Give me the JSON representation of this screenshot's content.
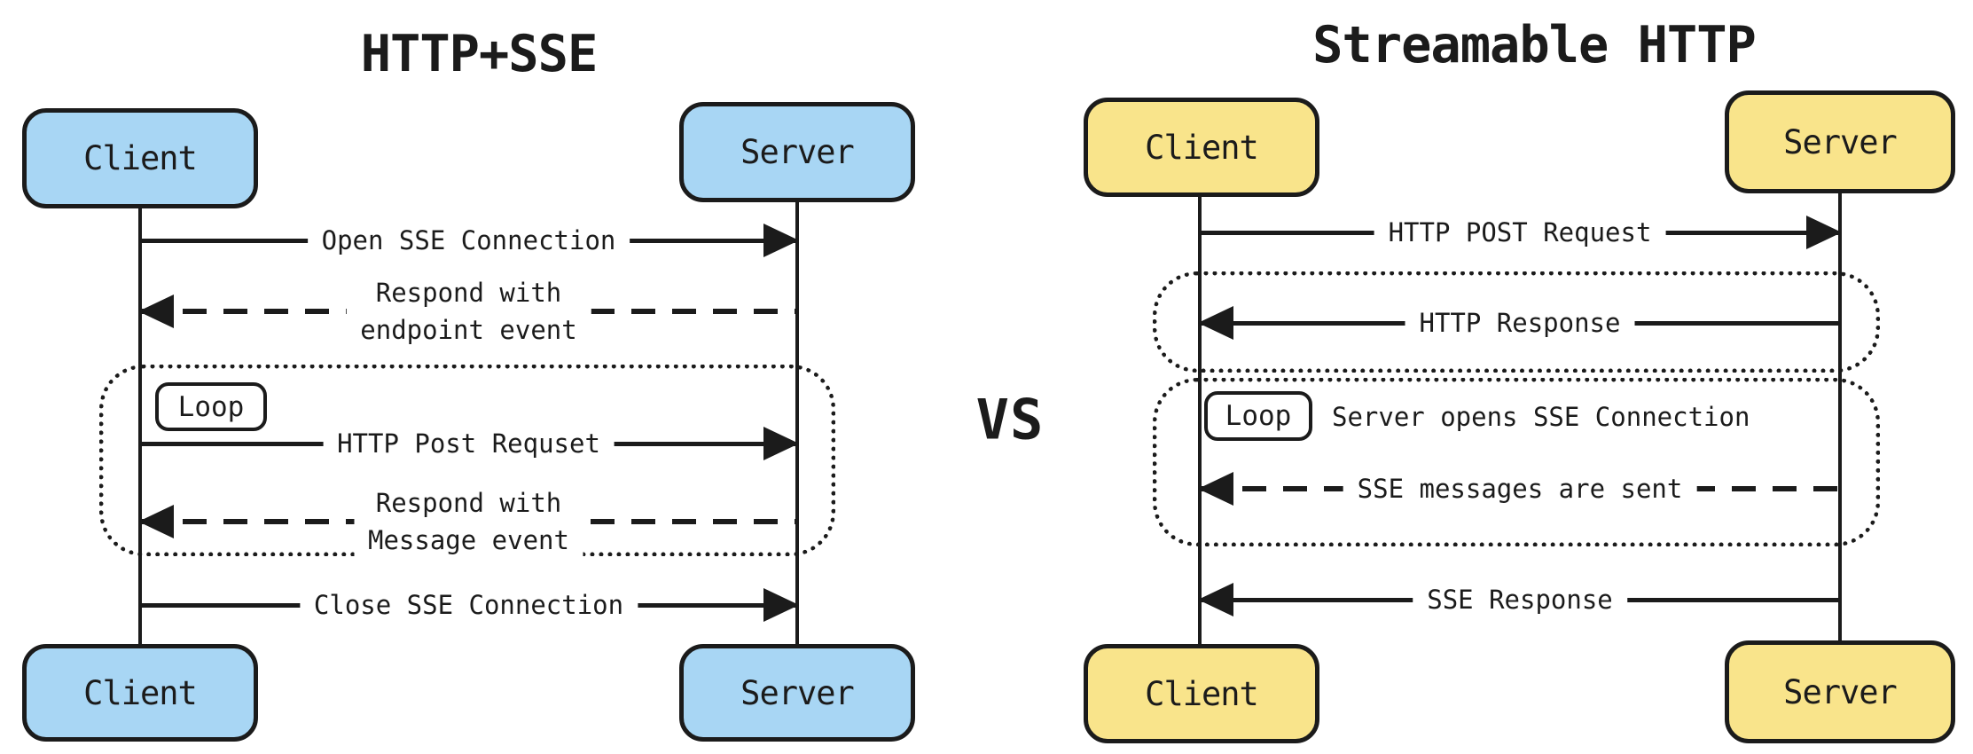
{
  "canvas": {
    "background_color": "#ffffff",
    "line_color": "#1b1b1b"
  },
  "divider": {
    "vs_label": "VS"
  },
  "left_diagram": {
    "title": "HTTP+SSE",
    "accent_color": "#a8d6f4",
    "actors": {
      "top_client": "Client",
      "top_server": "Server",
      "bottom_client": "Client",
      "bottom_server": "Server"
    },
    "loop": {
      "badge_label": "Loop"
    },
    "messages": [
      {
        "label": "Open SSE Connection",
        "from": "client",
        "to": "server",
        "style": "solid"
      },
      {
        "label_line1": "Respond with",
        "label_line2": "endpoint event",
        "from": "server",
        "to": "client",
        "style": "dashed"
      },
      {
        "label": "HTTP Post Requset",
        "from": "client",
        "to": "server",
        "style": "solid",
        "in_loop": true
      },
      {
        "label_line1": "Respond with",
        "label_line2": "Message event",
        "from": "server",
        "to": "client",
        "style": "dashed",
        "in_loop": true
      },
      {
        "label": "Close SSE Connection",
        "from": "client",
        "to": "server",
        "style": "solid"
      }
    ]
  },
  "right_diagram": {
    "title": "Streamable HTTP",
    "accent_color": "#f9e48b",
    "actors": {
      "top_client": "Client",
      "top_server": "Server",
      "bottom_client": "Client",
      "bottom_server": "Server"
    },
    "loop": {
      "badge_label": "Loop",
      "note": "Server opens SSE Connection"
    },
    "messages": [
      {
        "label": "HTTP POST Request",
        "from": "client",
        "to": "server",
        "style": "solid"
      },
      {
        "label": "HTTP Response",
        "from": "server",
        "to": "client",
        "style": "solid",
        "in_dotted_group": 1
      },
      {
        "label": "SSE messages are sent",
        "from": "server",
        "to": "client",
        "style": "dashed",
        "in_dotted_group": 2
      },
      {
        "label": "SSE Response",
        "from": "server",
        "to": "client",
        "style": "solid"
      }
    ]
  }
}
